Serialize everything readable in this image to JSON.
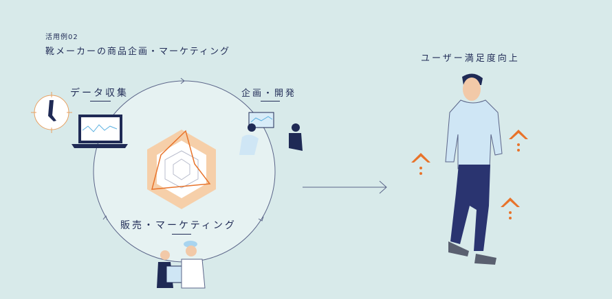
{
  "case_label": "活用例02",
  "title": "靴メーカーの商品企画・マーケティング",
  "steps": [
    {
      "label": "データ収集"
    },
    {
      "label": "企画・開発"
    },
    {
      "label": "販売・マーケティング"
    }
  ],
  "goal": "ユーザー満足度向上",
  "colors": {
    "background": "#d8eaea",
    "accent": "#e8732a",
    "navy": "#1f2a55",
    "radar_fill": "#f6cfa9"
  }
}
